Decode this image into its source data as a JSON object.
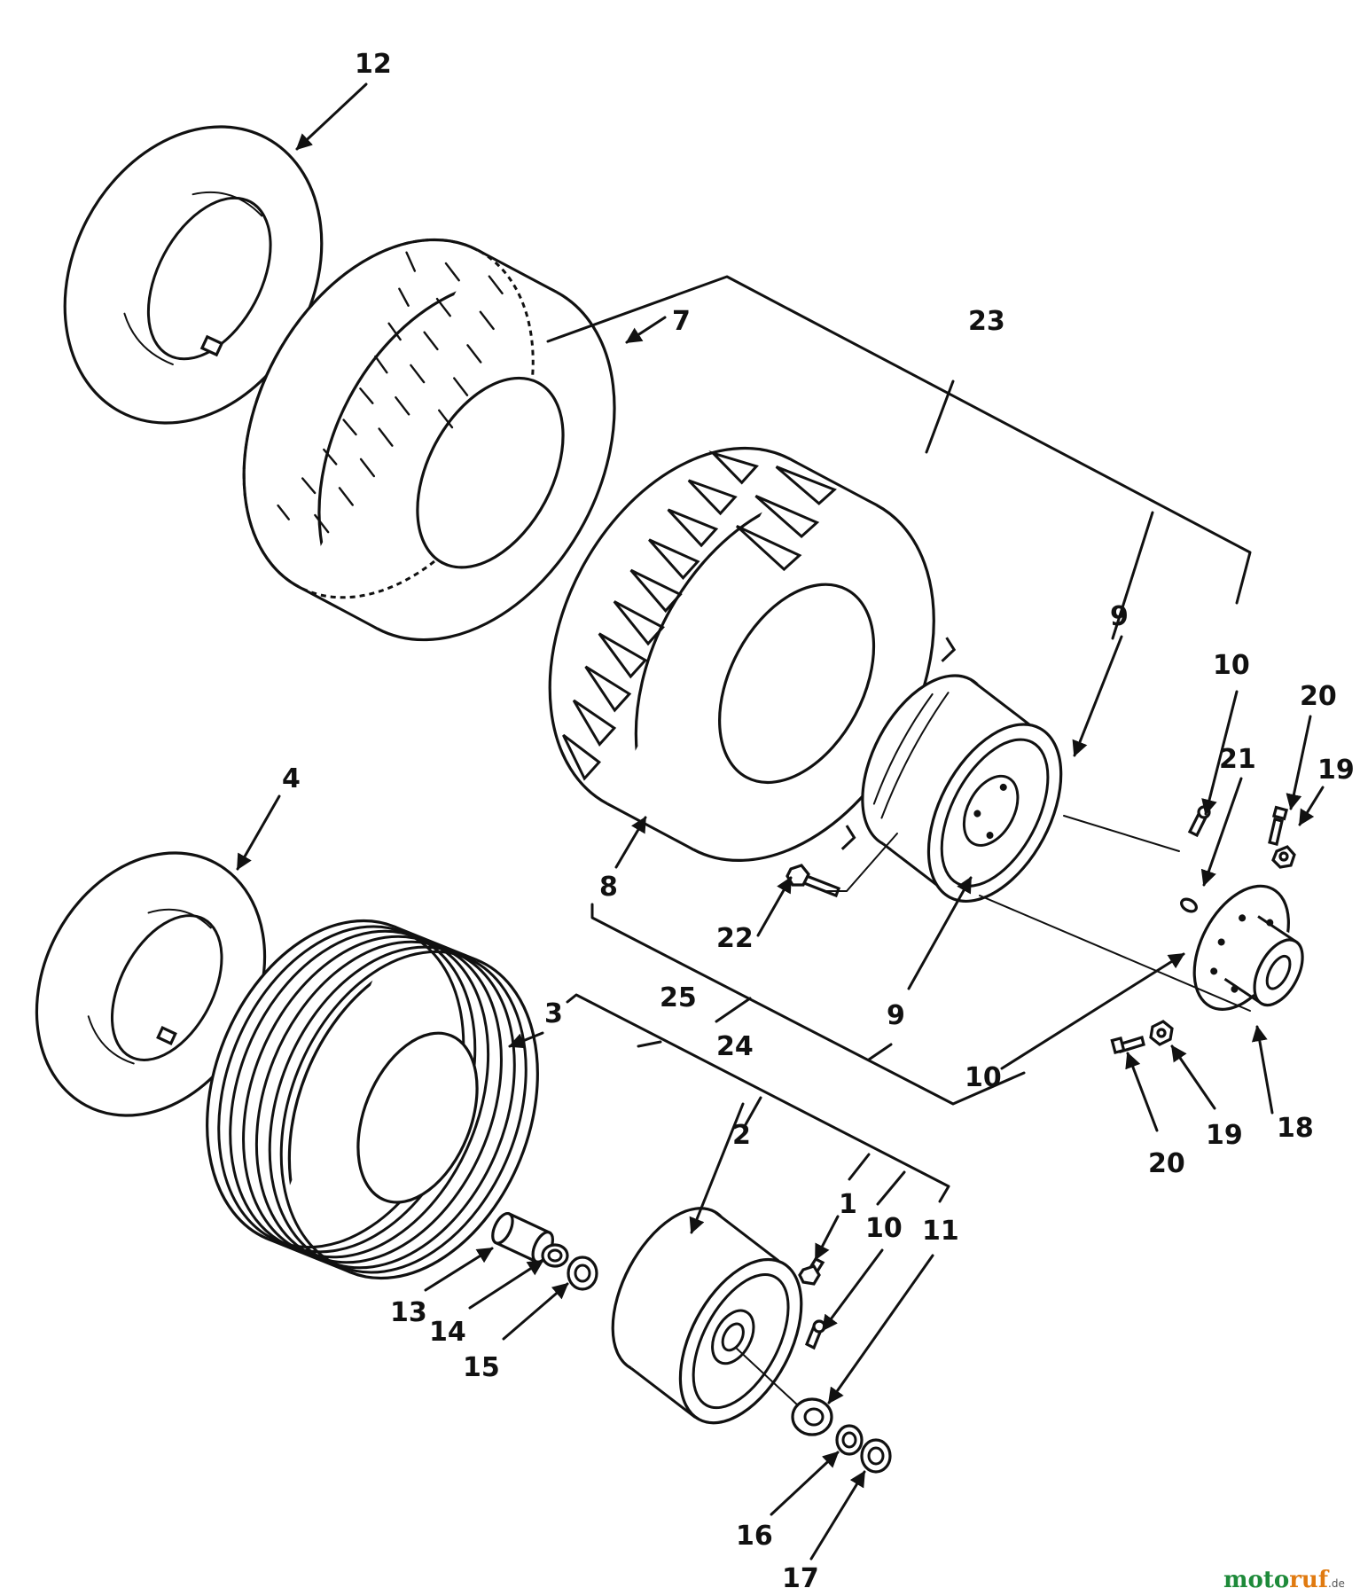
{
  "diagram": {
    "labels": [
      {
        "id": "lbl-12",
        "text": "12"
      },
      {
        "id": "lbl-7",
        "text": "7"
      },
      {
        "id": "lbl-23",
        "text": "23"
      },
      {
        "id": "lbl-9a",
        "text": "9"
      },
      {
        "id": "lbl-10a",
        "text": "10"
      },
      {
        "id": "lbl-20a",
        "text": "20"
      },
      {
        "id": "lbl-19a",
        "text": "19"
      },
      {
        "id": "lbl-21",
        "text": "21"
      },
      {
        "id": "lbl-4",
        "text": "4"
      },
      {
        "id": "lbl-8",
        "text": "8"
      },
      {
        "id": "lbl-22",
        "text": "22"
      },
      {
        "id": "lbl-25",
        "text": "25"
      },
      {
        "id": "lbl-3",
        "text": "3"
      },
      {
        "id": "lbl-24",
        "text": "24"
      },
      {
        "id": "lbl-9b",
        "text": "9"
      },
      {
        "id": "lbl-10b",
        "text": "10"
      },
      {
        "id": "lbl-18",
        "text": "18"
      },
      {
        "id": "lbl-19b",
        "text": "19"
      },
      {
        "id": "lbl-20b",
        "text": "20"
      },
      {
        "id": "lbl-2",
        "text": "2"
      },
      {
        "id": "lbl-1",
        "text": "1"
      },
      {
        "id": "lbl-10c",
        "text": "10"
      },
      {
        "id": "lbl-11",
        "text": "11"
      },
      {
        "id": "lbl-13",
        "text": "13"
      },
      {
        "id": "lbl-14",
        "text": "14"
      },
      {
        "id": "lbl-15",
        "text": "15"
      },
      {
        "id": "lbl-16",
        "text": "16"
      },
      {
        "id": "lbl-17",
        "text": "17"
      }
    ]
  },
  "watermark": {
    "part1": "moto",
    "part2": "ruf",
    "suffix": ".de"
  },
  "colors": {
    "ink": "#111111",
    "watermark_green": "#1e8a3a",
    "watermark_orange": "#e07a10"
  }
}
